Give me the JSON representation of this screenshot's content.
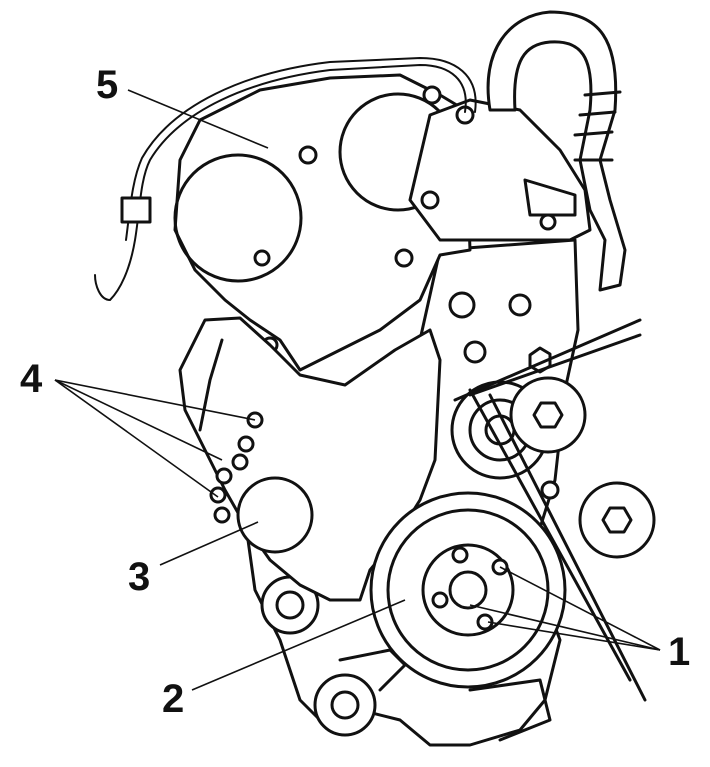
{
  "callouts": [
    {
      "id": "callout-1",
      "text": "1"
    },
    {
      "id": "callout-2",
      "text": "2"
    },
    {
      "id": "callout-3",
      "text": "3"
    },
    {
      "id": "callout-4",
      "text": "4"
    },
    {
      "id": "callout-5",
      "text": "5"
    }
  ],
  "colors": {
    "line": "#111111",
    "background": "#ffffff"
  }
}
